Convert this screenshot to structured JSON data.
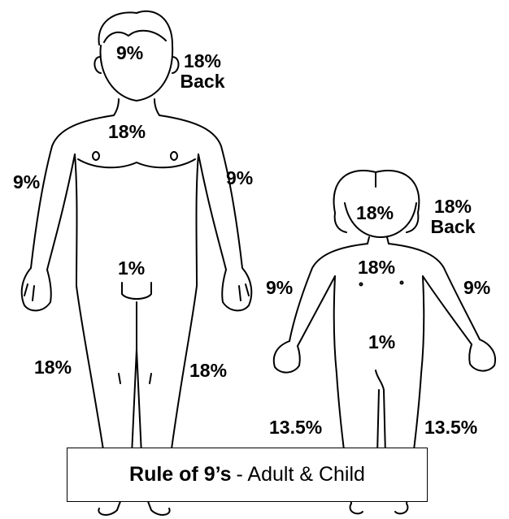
{
  "adult": {
    "head": "9%",
    "back_pct": "18%",
    "back_word": "Back",
    "torso": "18%",
    "left_arm": "9%",
    "right_arm": "9%",
    "groin": "1%",
    "left_leg": "18%",
    "right_leg": "18%"
  },
  "child": {
    "head": "18%",
    "back_pct": "18%",
    "back_word": "Back",
    "torso": "18%",
    "left_arm": "9%",
    "right_arm": "9%",
    "groin": "1%",
    "left_leg": "13.5%",
    "right_leg": "13.5%"
  },
  "caption": {
    "bold": "Rule of 9’s",
    "rest": "- Adult & Child"
  }
}
